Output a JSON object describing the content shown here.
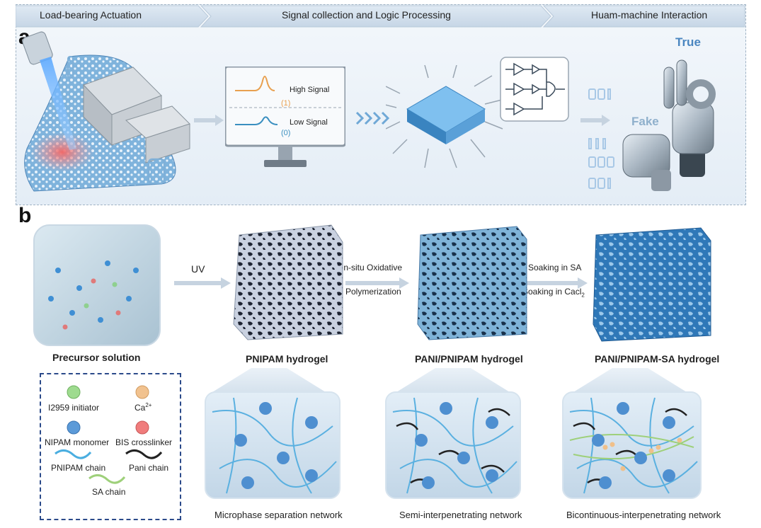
{
  "banner": {
    "steps": [
      "Load-bearing Actuation",
      "Signal collection and Logic Processing",
      "Huam-machine Interaction"
    ]
  },
  "panel_a": {
    "letter": "a",
    "monitor": {
      "high_label": "High Signal",
      "high_value": "(1)",
      "low_label": "Low Signal",
      "low_value": "(0)"
    },
    "true_label": "True",
    "fake_label": "Fake",
    "colors": {
      "high_signal": "#e8a050",
      "low_signal": "#3a8fc0",
      "label_blue": "#4a86c0"
    }
  },
  "panel_b": {
    "letter": "b",
    "steps": {
      "uv": "UV",
      "step2_line1": "In-situ Oxidative",
      "step2_line2": "Polymerization",
      "step3_line1": "Soaking in SA",
      "step3_line2_prefix": "Soaking in Cacl",
      "step3_line2_sub": "2"
    },
    "stages": [
      {
        "label": "Precursor solution"
      },
      {
        "label": "PNIPAM hydrogel"
      },
      {
        "label": "PANI/PNIPAM hydrogel"
      },
      {
        "label": "PANI/PNIPAM-SA hydrogel"
      }
    ],
    "networks": [
      "Microphase separation network",
      "Semi-interpenetrating network",
      "Bicontinuous-interpenetrating network"
    ],
    "legend": {
      "initiator": "I2959 initiator",
      "ca_base": "Ca",
      "ca_sup": "2+",
      "monomer": "NIPAM monomer",
      "crosslinker": "BIS crosslinker",
      "pnipam_chain": "PNIPAM chain",
      "pani_chain": "Pani chain",
      "sa_chain": "SA chain"
    }
  }
}
